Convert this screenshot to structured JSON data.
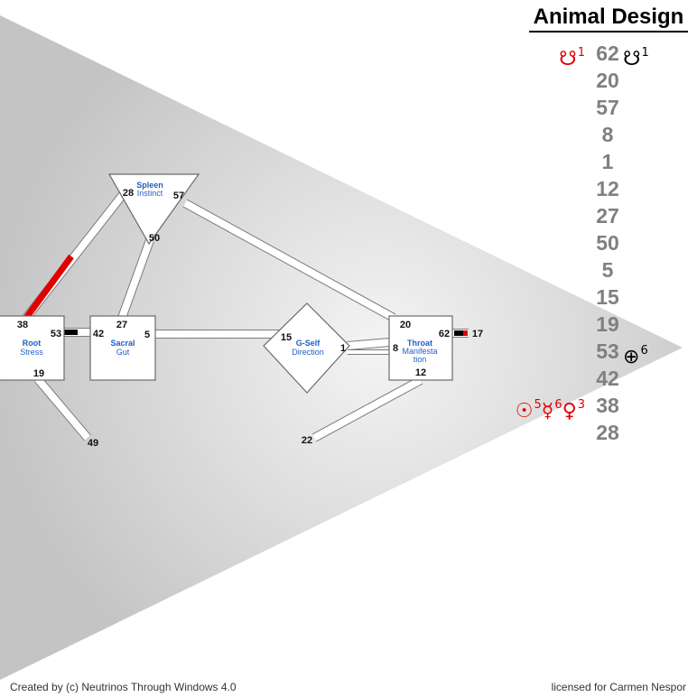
{
  "title": "Animal Design",
  "centers": {
    "spleen": {
      "name": "Spleen",
      "sub": "Instinct"
    },
    "root": {
      "name": "Root",
      "sub": "Stress"
    },
    "sacral": {
      "name": "Sacral",
      "sub": "Gut"
    },
    "gself": {
      "name": "G-Self",
      "sub": "Direction"
    },
    "throat": {
      "name": "Throat",
      "sub1": "Manifesta",
      "sub2": "tion"
    }
  },
  "gate_labels": {
    "g28": "28",
    "g57": "57",
    "g50": "50",
    "g38": "38",
    "g53": "53",
    "g19": "19",
    "g42": "42",
    "g27": "27",
    "g5": "5",
    "g15": "15",
    "g1": "1",
    "g20": "20",
    "g62": "62",
    "g8": "8",
    "g12": "12",
    "g17": "17",
    "g49": "49",
    "g22": "22"
  },
  "activation_column": [
    {
      "gate": "62",
      "left_symbol": "☋",
      "left_line": "1",
      "right_symbol": "☋",
      "right_line": "1"
    },
    {
      "gate": "20"
    },
    {
      "gate": "57"
    },
    {
      "gate": "8"
    },
    {
      "gate": "1"
    },
    {
      "gate": "12"
    },
    {
      "gate": "27"
    },
    {
      "gate": "50"
    },
    {
      "gate": "5"
    },
    {
      "gate": "15"
    },
    {
      "gate": "19"
    },
    {
      "gate": "53",
      "right_symbol": "⊕",
      "right_line": "6"
    },
    {
      "gate": "42"
    },
    {
      "gate": "38",
      "left_symbols": [
        {
          "symbol": "☉",
          "line": "5"
        },
        {
          "symbol": "☿",
          "line": "6"
        },
        {
          "symbol": "♀",
          "line": "3"
        }
      ]
    },
    {
      "gate": "28"
    }
  ],
  "colors": {
    "design_red": "#e00000",
    "personality_black": "#000000",
    "center_blue": "#1f5fc4",
    "gate_grey": "#808080"
  },
  "footer": {
    "created_by": "Created by (c) Neutrinos Through Windows 4.0",
    "licensed": "licensed for Carmen Nespor"
  }
}
